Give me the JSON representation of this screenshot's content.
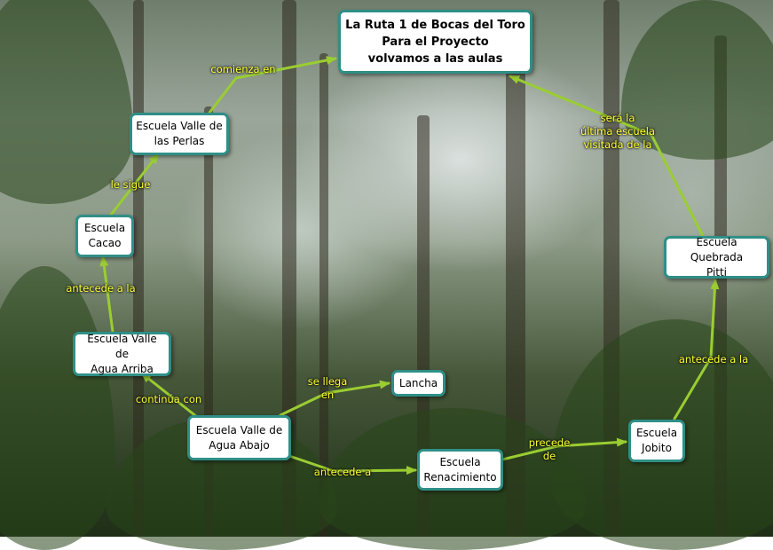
{
  "nodes": {
    "main": "La Ruta 1 de Bocas del Toro\nPara el Proyecto\nvolvamos a las aulas",
    "perlas": "Escuela Valle de\nlas Perlas",
    "cacao": "Escuela\nCacao",
    "arriba": "Escuela Valle de\nAgua Arriba",
    "abajo": "Escuela Valle de\nAgua Abajo",
    "lancha": "Lancha",
    "renacimiento": "Escuela\nRenacimiento",
    "jobito": "Escuela\nJobito",
    "pitti": "Escuela Quebrada\nPitti"
  },
  "links": {
    "comienza": "comienza en",
    "sigue": "le sigue",
    "antecede1": "antecede a la",
    "continua": "continúa con",
    "llega": "se llega\nen",
    "antecede2": "antecede a",
    "precede": "precede\nde",
    "antecede3": "antecede a la",
    "ultima": "será la\núltima escuela\nvisitada de la"
  },
  "colors": {
    "node_border": "#2f8f87",
    "arrow": "#9acd32",
    "link_text": "#ffff33"
  }
}
